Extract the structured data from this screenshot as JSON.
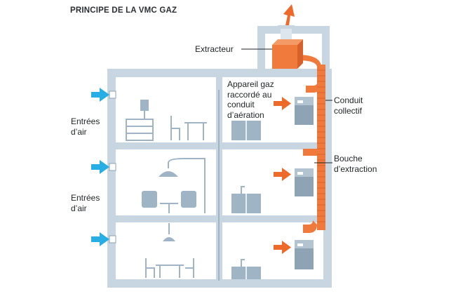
{
  "title": "PRINCIPE DE LA VMC GAZ",
  "labels": {
    "extracteur": "Extracteur",
    "appareil_gaz": [
      "Appareil gaz",
      "raccordé au",
      "conduit",
      "d’aération"
    ],
    "conduit_collectif": [
      "Conduit",
      "collectif"
    ],
    "bouche_extraction": [
      "Bouche",
      "d’extraction"
    ],
    "entrees_air_1": [
      "Entrées",
      "d’air"
    ],
    "entrees_air_2": [
      "Entrées",
      "d’air"
    ]
  },
  "colors": {
    "wall": "#c8d6e1",
    "furniture": "#9fb4c4",
    "boiler": "#8ea3b3",
    "duct": "#f07a3c",
    "duct_dark": "#d8612a",
    "arrow_air": "#27aee4",
    "arrow_exhaust": "#ee6a2a"
  }
}
